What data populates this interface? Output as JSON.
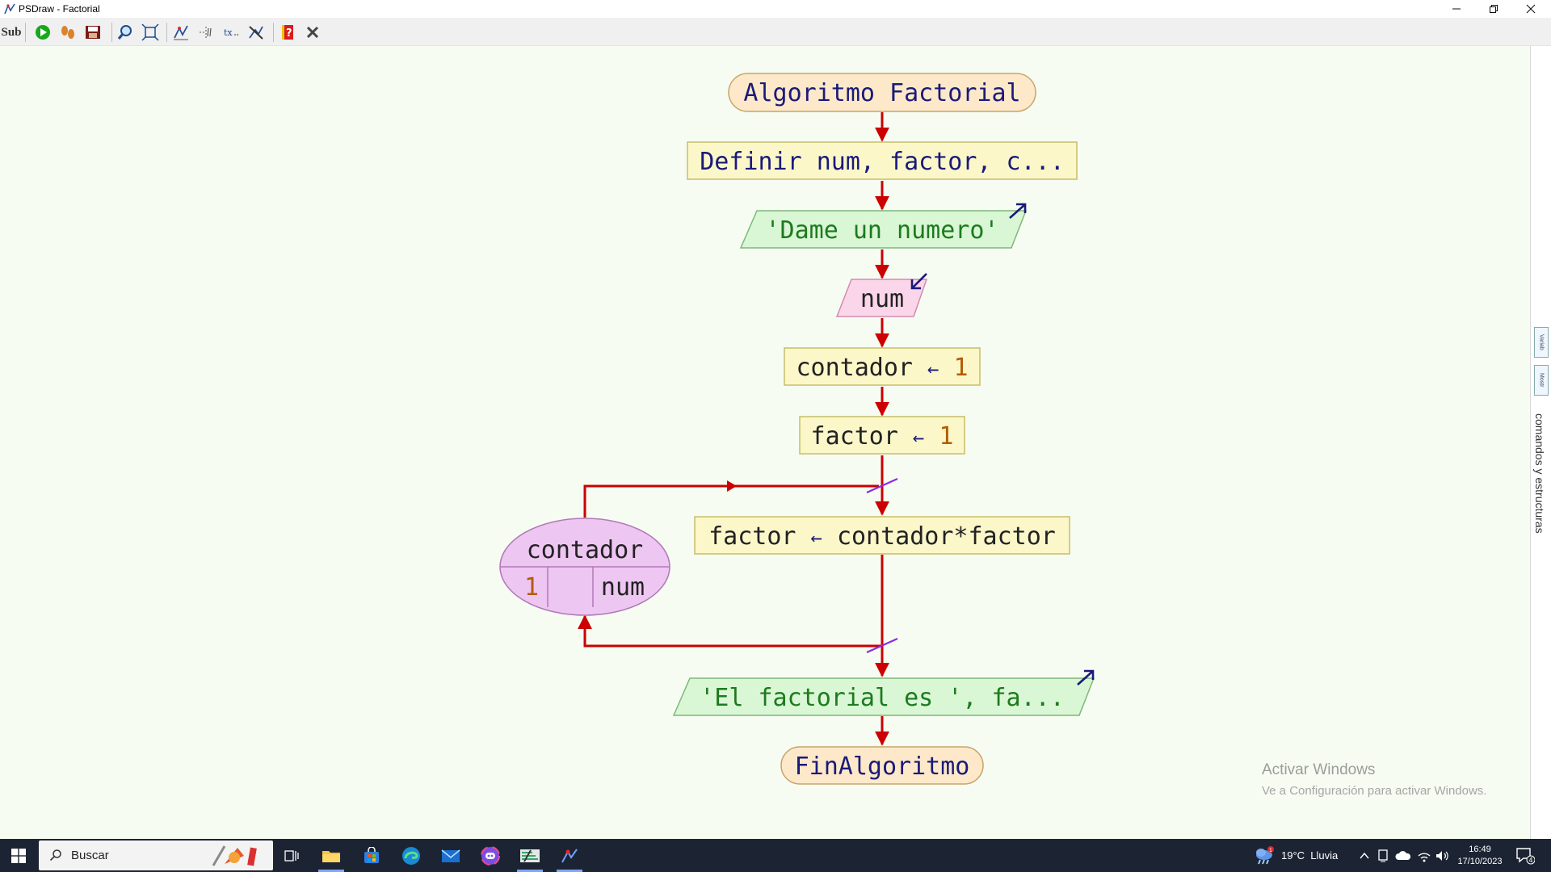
{
  "window": {
    "title": "PSDraw - Factorial"
  },
  "toolbar": {
    "sub_label": "Sub",
    "buttons": [
      "run-icon",
      "step-icon",
      "save-icon",
      "zoom-icon",
      "fit-icon",
      "style-icon",
      "comment-icon",
      "text-icon",
      "color-icon",
      "help-icon",
      "close-icon"
    ]
  },
  "flowchart": {
    "start": "Algoritmo Factorial",
    "define": "Definir num, factor, c...",
    "output1": "'Dame un numero'",
    "input": "num",
    "assign1": {
      "var": "contador",
      "arrow": "←",
      "value": "1"
    },
    "assign2": {
      "var": "factor",
      "arrow": "←",
      "value": "1"
    },
    "loop": {
      "var": "contador",
      "from": "1",
      "to": "num"
    },
    "assign3": {
      "var": "factor",
      "arrow": "←",
      "expr": "contador*factor"
    },
    "output2": "'El factorial es ', fa...",
    "end": "FinAlgoritmo"
  },
  "colors": {
    "keyword": "#1a1a7a",
    "string": "#1e7a1e",
    "number": "#b35c00",
    "flow_line": "#cc0000",
    "terminal_fill": "#fde9c9",
    "process_fill": "#fbf7c9",
    "output_fill": "#d9f6d5",
    "input_fill": "#fbd6ea",
    "loop_fill": "#eec6f2"
  },
  "watermark": {
    "line1": "Activar Windows",
    "line2": "Ve a Configuración para activar Windows."
  },
  "side_panel": {
    "label": "comandos y estructuras",
    "mini1": "Variab",
    "mini2": "Mostr"
  },
  "taskbar": {
    "search_label": "Buscar",
    "weather": "19°C  Lluvia",
    "weather_badge": "1",
    "time": "16:49",
    "date": "17/10/2023",
    "notifications": "4"
  }
}
